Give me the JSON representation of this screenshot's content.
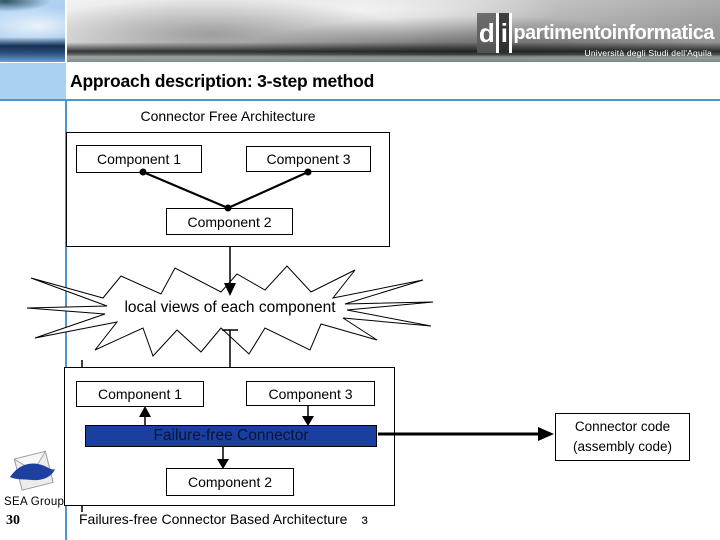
{
  "header": {
    "logo": {
      "d": "d",
      "i": "i",
      "name": "partimentoinformatica",
      "subtitle": "Università degli Studi dell'Aquila"
    }
  },
  "title": "Approach description: 3-step method",
  "diagram": {
    "cfa_label": "Connector Free Architecture",
    "box1": {
      "c1": "Component 1",
      "c3": "Component 3",
      "c2": "Component 2"
    },
    "starburst_label": "local views of each component",
    "box2": {
      "c1": "Component 1",
      "c3": "Component 3",
      "connector": "Failure-free Connector",
      "c2": "Component 2"
    },
    "code_box": {
      "line1": "Connector code",
      "line2": "(assembly code)"
    },
    "caption": "Failures-free Connector Based Architecture",
    "caption_tail": "ɜ"
  },
  "footer": {
    "group": "SEA Group",
    "page": "30"
  },
  "colors": {
    "accent_line": "#4f97c9",
    "panel_blue": "#a9d1f2",
    "connector_fill": "#1b3f9e"
  }
}
